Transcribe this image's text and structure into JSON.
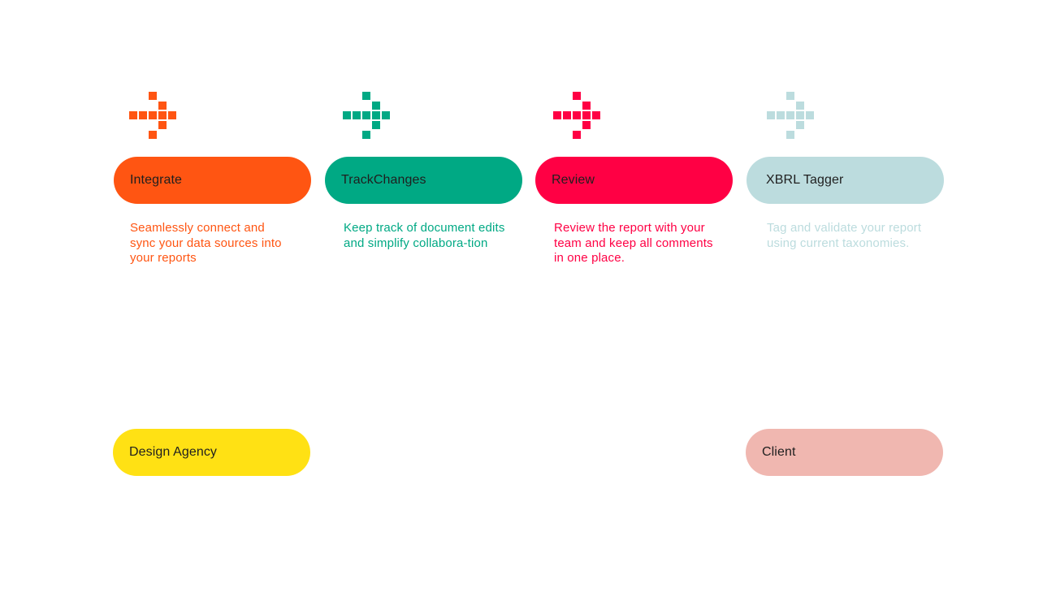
{
  "steps": [
    {
      "label": "Integrate",
      "description": "Seamlessly connect and sync your data sources into your reports",
      "color": "#FF5512",
      "icon": "arrow-right-pixel-icon"
    },
    {
      "label": "TrackChanges",
      "description": "Keep track of document edits and simplify collabora-tion",
      "color": "#00A984",
      "icon": "arrow-right-pixel-icon"
    },
    {
      "label": "Review",
      "description": "Review the report with your team and keep all comments in one place.",
      "color": "#FF0044",
      "icon": "arrow-right-pixel-icon"
    },
    {
      "label": "XBRL Tagger",
      "description": "Tag and validate your report using current taxonomies.",
      "color": "#BCDCDE",
      "icon": "arrow-right-pixel-icon"
    }
  ],
  "actors": [
    {
      "label": "Design Agency",
      "color": "#FFE114"
    },
    {
      "label": "Client",
      "color": "#F0B7B0"
    }
  ]
}
